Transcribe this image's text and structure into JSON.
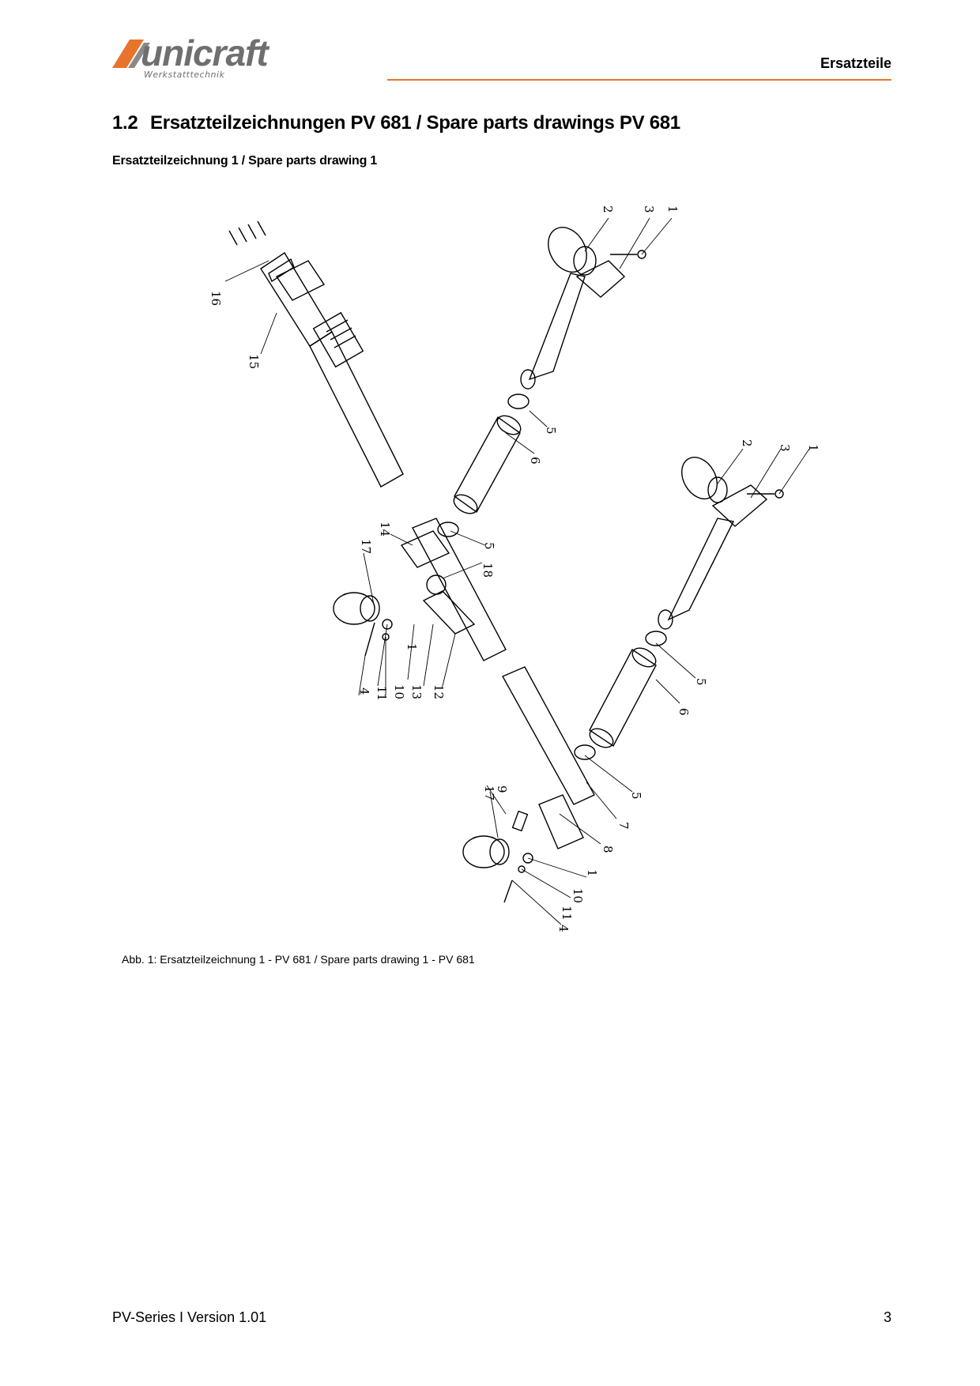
{
  "header": {
    "logo_word": "unicraft",
    "logo_tagline": "Werkstatttechnik",
    "section_name": "Ersatzteile",
    "accent_color": "#e8742c"
  },
  "section": {
    "number": "1.2",
    "title": "Ersatzteilzeichnungen PV 681 / Spare parts drawings PV 681"
  },
  "subsection": "Ersatzteilzeichnung 1 / Spare parts drawing 1",
  "drawing": {
    "callouts": [
      "1",
      "2",
      "3",
      "4",
      "5",
      "6",
      "7",
      "8",
      "9",
      "10",
      "11",
      "12",
      "13",
      "14",
      "15",
      "16",
      "17",
      "18"
    ]
  },
  "caption": "Abb. 1: Ersatzteilzeichnung 1 - PV 681 / Spare parts drawing 1 - PV 681",
  "footer": {
    "left": "PV-Series I Version 1.01",
    "page_number": "3"
  }
}
